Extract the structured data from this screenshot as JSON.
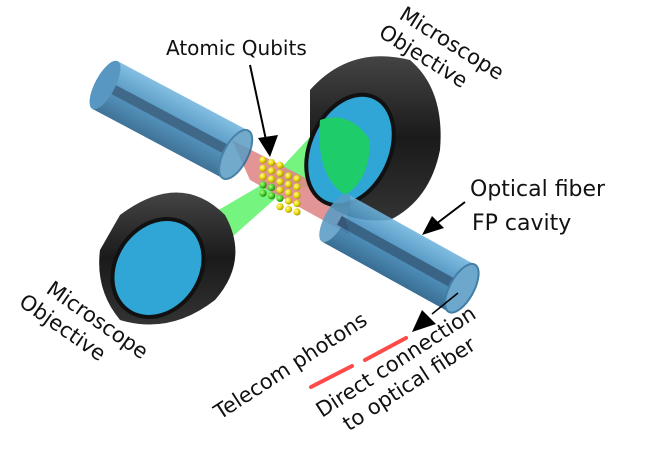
{
  "labels": {
    "atomic_qubits": "Atomic Qubits",
    "objective_top": [
      "Microscope",
      "Objective"
    ],
    "objective_bottom": [
      "Microscope",
      "Objective"
    ],
    "fiber_cavity": [
      "Optical fiber",
      "FP cavity"
    ],
    "telecom": "Telecom photons",
    "direct_connection": [
      "Direct connection",
      "to optical fiber"
    ]
  },
  "colors": {
    "fiber": "#3a86b8",
    "objective_body": "#1c1c1c",
    "lens": "#2fa6d6",
    "green_beam": "#5df26a",
    "red_beam": "#e08888",
    "atom": "#e6d400",
    "atom_green": "#44cc22",
    "telecom_line": "#ff4a4a"
  }
}
